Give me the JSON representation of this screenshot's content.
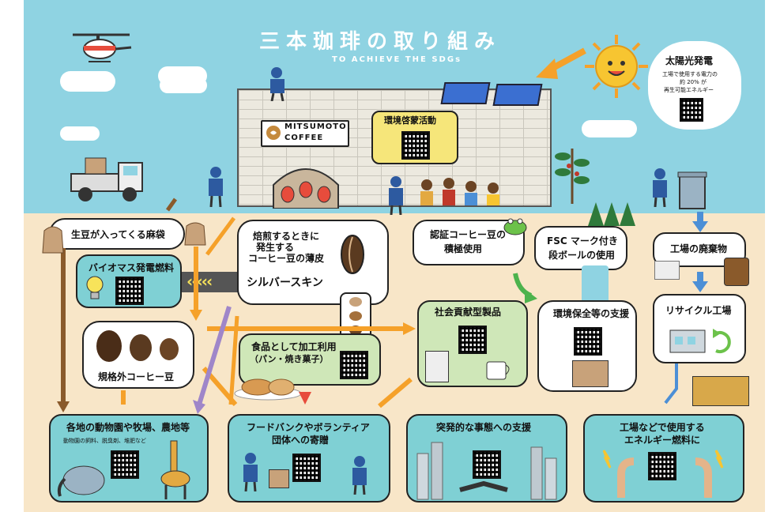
{
  "title": "三本珈琲の取り組み",
  "subtitle": "TO ACHIEVE THE SDGs",
  "colors": {
    "sky": "#8fd3e2",
    "ground": "#f8e6c8",
    "arrow_orange": "#f5a12a",
    "arrow_purple": "#9f86c9",
    "arrow_brown": "#8a5a2b",
    "arrow_blue": "#4c8fd6",
    "arrow_green": "#4db34d"
  },
  "solar": {
    "title": "太陽光発電",
    "desc1": "工場で使用する電力の",
    "desc2": "約 20% が",
    "desc3": "再生可能エネルギー"
  },
  "company": {
    "line1": "MITSUMOTO",
    "line2": "COFFEE"
  },
  "awareness": {
    "label": "環境啓蒙活動"
  },
  "jute": {
    "label": "生豆が入ってくる麻袋"
  },
  "biomass": {
    "label": "バイオマス発電燃料"
  },
  "silverskin": {
    "line1": "焙煎するときに",
    "line2": "発生する",
    "line3": "コーヒー豆の薄皮",
    "line4": "シルバースキン"
  },
  "certified": {
    "line1": "認証コーヒー豆の",
    "line2": "積極使用"
  },
  "fsc": {
    "line1": "FSC マーク付き",
    "line2": "段ボールの使用"
  },
  "factory_waste": {
    "label": "工場の廃棄物"
  },
  "recycle": {
    "label": "リサイクル工場"
  },
  "irregular": {
    "label": "規格外コーヒー豆"
  },
  "food_use": {
    "line1": "食品として加工利用",
    "line2": "（パン・焼き菓子）"
  },
  "social": {
    "label": "社会貢献型製品"
  },
  "env": {
    "label": "環境保全等の支援"
  },
  "zoo": {
    "line1": "各地の動物園や牧場、農地等",
    "line2": "動物園の飼料、脱臭剤、堆肥など"
  },
  "foodbank": {
    "line1": "フードバンクやボランティア",
    "line2": "団体への寄贈"
  },
  "emergency": {
    "label": "突発的な事態への支援"
  },
  "energy": {
    "line1": "工場などで使用する",
    "line2": "エネルギー燃料に"
  }
}
